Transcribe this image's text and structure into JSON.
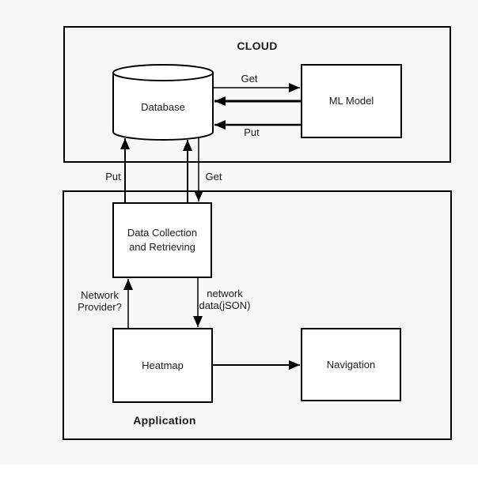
{
  "diagram": {
    "background_color": "#f7f7f7",
    "node_fill": "#ffffff",
    "line_color": "#000000",
    "cloud_group": {
      "title": "CLOUD",
      "database_label": "Database",
      "ml_model_label": "ML Model",
      "edge_get": "Get",
      "edge_put": "Put"
    },
    "cloud_app_edges": {
      "put": "Put",
      "get": "Get"
    },
    "application_group": {
      "title": "Application",
      "data_collection_line1": "Data Collection",
      "data_collection_line2": "and Retrieving",
      "heatmap_label": "Heatmap",
      "navigation_label": "Navigation",
      "edge_network_provider_line1": "Network",
      "edge_network_provider_line2": "Provider?",
      "edge_network_data_line1": "network",
      "edge_network_data_line2": "data(jSON)"
    }
  }
}
